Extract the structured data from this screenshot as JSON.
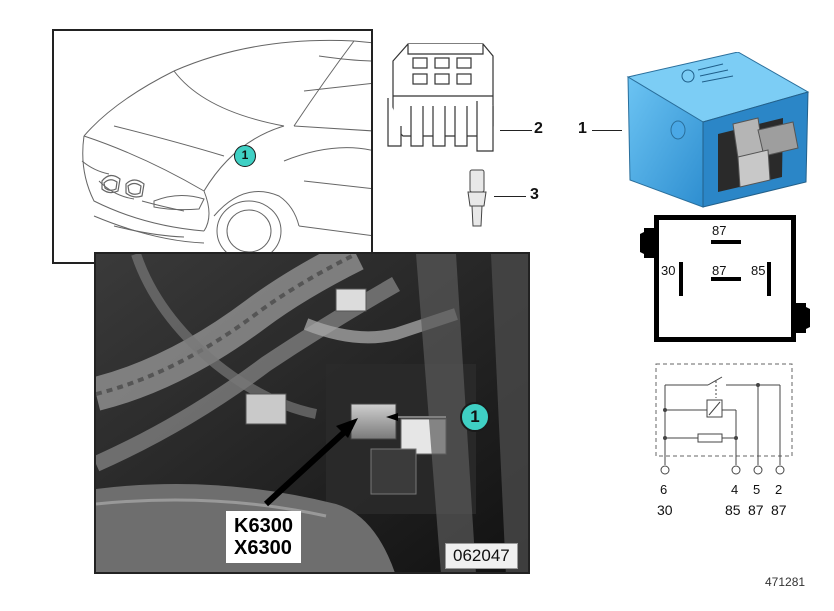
{
  "car_callout": "1",
  "photo_callout": "1",
  "photo_codes": [
    "K6300",
    "X6300"
  ],
  "photo_id": "062047",
  "part_labels": [
    "1",
    "2",
    "3"
  ],
  "pinout_labels": {
    "top": "87",
    "left": "30",
    "center": "87",
    "right": "85"
  },
  "schematic_pins": [
    "6",
    "4",
    "5",
    "2"
  ],
  "terminal_labels": [
    "30",
    "85",
    "87",
    "87"
  ],
  "relay_marking_text": "",
  "diagram_number": "471281",
  "colors": {
    "callout": "#3fd0c4",
    "relay_body": "#3aa2e2"
  }
}
